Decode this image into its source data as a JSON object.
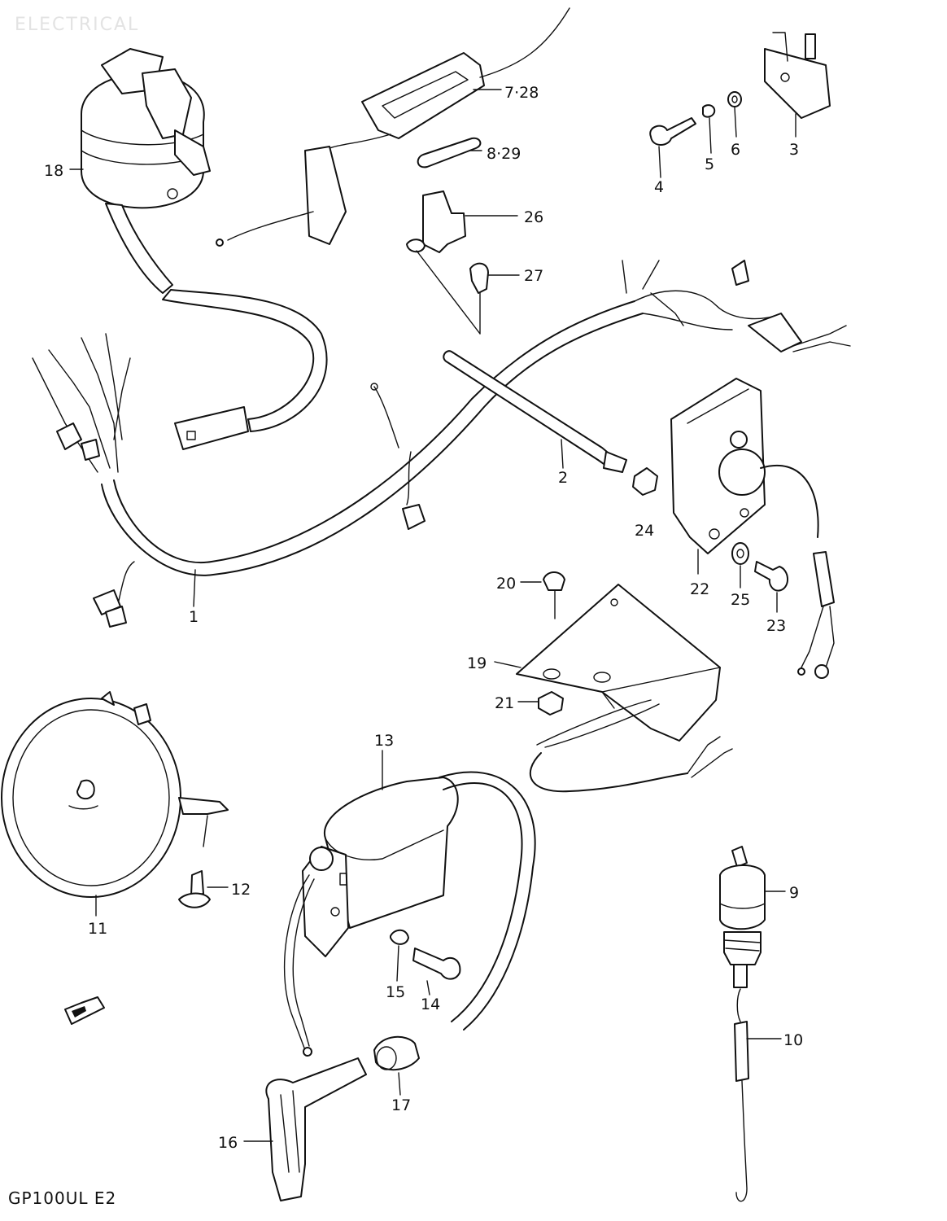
{
  "title": "ELECTRICAL",
  "model_code": "GP100UL E2",
  "parts": [
    {
      "id": "1",
      "label": "1"
    },
    {
      "id": "2",
      "label": "2"
    },
    {
      "id": "3",
      "label": "3"
    },
    {
      "id": "4",
      "label": "4"
    },
    {
      "id": "5",
      "label": "5"
    },
    {
      "id": "6",
      "label": "6"
    },
    {
      "id": "7",
      "label": "7·28"
    },
    {
      "id": "8",
      "label": "8·29"
    },
    {
      "id": "9",
      "label": "9"
    },
    {
      "id": "10",
      "label": "10"
    },
    {
      "id": "11",
      "label": "11"
    },
    {
      "id": "12",
      "label": "12"
    },
    {
      "id": "13",
      "label": "13"
    },
    {
      "id": "14",
      "label": "14"
    },
    {
      "id": "15",
      "label": "15"
    },
    {
      "id": "16",
      "label": "16"
    },
    {
      "id": "17",
      "label": "17"
    },
    {
      "id": "18",
      "label": "18"
    },
    {
      "id": "19",
      "label": "19"
    },
    {
      "id": "20",
      "label": "20"
    },
    {
      "id": "21",
      "label": "21"
    },
    {
      "id": "22",
      "label": "22"
    },
    {
      "id": "23",
      "label": "23"
    },
    {
      "id": "24",
      "label": "24"
    },
    {
      "id": "25",
      "label": "25"
    },
    {
      "id": "26",
      "label": "26"
    },
    {
      "id": "27",
      "label": "27"
    }
  ]
}
